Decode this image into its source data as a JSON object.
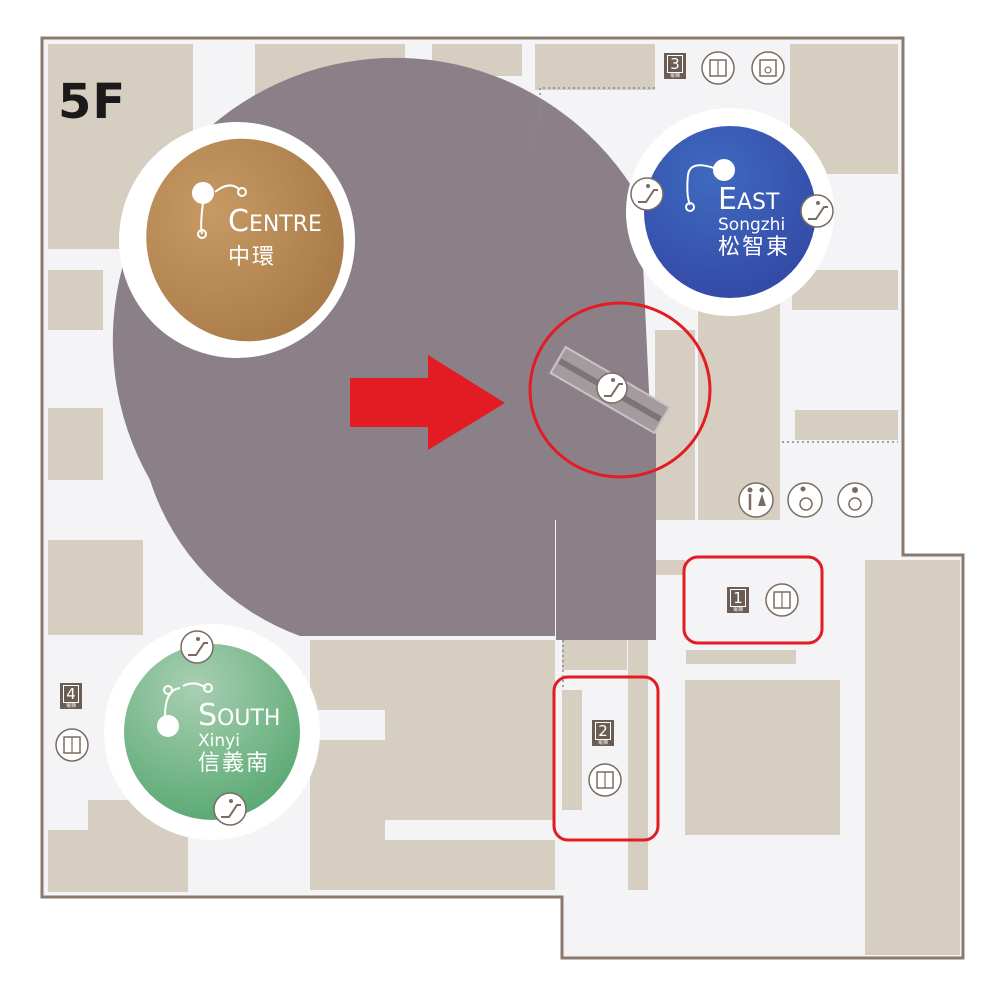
{
  "floor": "5F",
  "zones": {
    "centre": {
      "en_cap": "C",
      "en_rest": "ENTRE",
      "zh": "中環",
      "color": "#b38856"
    },
    "east": {
      "en_cap": "E",
      "en_rest": "AST",
      "sub": "Songzhi",
      "zh": "松智東",
      "color": "#3a5bb0"
    },
    "south": {
      "en_cap": "S",
      "en_rest": "OUTH",
      "sub": "Xinyi",
      "zh": "信義南",
      "color": "#5cae78"
    }
  },
  "elevators": [
    {
      "number": "1",
      "label": "電梯"
    },
    {
      "number": "2",
      "label": "電梯"
    },
    {
      "number": "3",
      "label": "電梯"
    },
    {
      "number": "4",
      "label": "電梯"
    }
  ],
  "amenities": [
    "restroom-icon",
    "accessible-restroom-icon",
    "nursing-room-icon"
  ],
  "colors": {
    "atrium": "#8b8087",
    "walkway": "#f4f3f5",
    "shop": "#d6cfc1",
    "wall": "#8d7a6e",
    "highlight": "#e31b23",
    "badge": "#6b5d53"
  }
}
